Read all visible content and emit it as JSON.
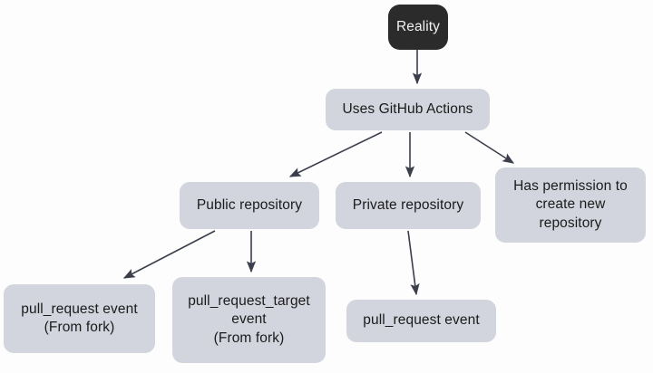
{
  "diagram": {
    "type": "flowchart",
    "direction": "top-down",
    "background_color": "#fdfdfd",
    "node_fill": "#d2d5dd",
    "root_node_fill": "#2b2b2b",
    "root_node_text_color": "#f2f2f2",
    "node_text_color": "#1b1b1b",
    "edge_color": "#3a3f4b",
    "nodes": [
      {
        "id": "reality",
        "label": "Reality"
      },
      {
        "id": "uses-actions",
        "label": "Uses GitHub Actions"
      },
      {
        "id": "public-repo",
        "label": "Public repository"
      },
      {
        "id": "private-repo",
        "label": "Private repository"
      },
      {
        "id": "has-permission",
        "label": "Has permission to\ncreate new\nrepository"
      },
      {
        "id": "pr-event-fork",
        "label": "pull_request event\n(From fork)"
      },
      {
        "id": "pr-target-fork",
        "label": "pull_request_target\nevent\n(From fork)"
      },
      {
        "id": "pr-event-private",
        "label": "pull_request event"
      }
    ],
    "edges": [
      {
        "from": "reality",
        "to": "uses-actions",
        "label": ""
      },
      {
        "from": "uses-actions",
        "to": "public-repo",
        "label": ""
      },
      {
        "from": "uses-actions",
        "to": "private-repo",
        "label": ""
      },
      {
        "from": "uses-actions",
        "to": "has-permission",
        "label": ""
      },
      {
        "from": "public-repo",
        "to": "pr-event-fork",
        "label": ""
      },
      {
        "from": "public-repo",
        "to": "pr-target-fork",
        "label": ""
      },
      {
        "from": "private-repo",
        "to": "pr-event-private",
        "label": ""
      }
    ]
  }
}
